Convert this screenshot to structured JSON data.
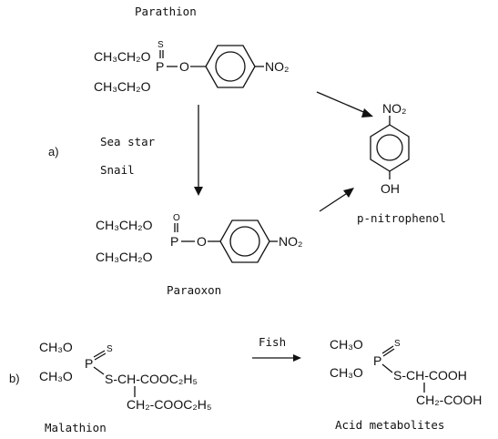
{
  "part_a": {
    "label": "a)",
    "parathion": {
      "name": "Parathion",
      "group1": "CH₃CH₂O",
      "group2": "CH₃CH₂O",
      "atom_p": "P",
      "atom_s": "S",
      "atom_o": "O",
      "substituent": "NO₂"
    },
    "organisms": [
      "Sea star",
      "Snail"
    ],
    "paraoxon": {
      "name": "Paraoxon",
      "group1": "CH₃CH₂O",
      "group2": "CH₃CH₂O",
      "atom_p": "P",
      "atom_o_double": "O",
      "atom_o": "O",
      "substituent": "NO₂"
    },
    "product": {
      "name": "p-nitrophenol",
      "top": "NO₂",
      "bottom": "OH"
    }
  },
  "part_b": {
    "label": "b)",
    "organism": "Fish",
    "malathion": {
      "name": "Malathion",
      "group1": "CH₃O",
      "group2": "CH₃O",
      "atom_p": "P",
      "atom_s": "S",
      "chain1": "S-CH-COOC₂H₅",
      "chain2": "CH₂-COOC₂H₅"
    },
    "metabolites": {
      "name": "Acid metabolites",
      "group1": "CH₃O",
      "group2": "CH₃O",
      "atom_p": "P",
      "atom_s": "S",
      "chain1": "S-CH-COOH",
      "chain2": "CH₂-COOH"
    }
  }
}
